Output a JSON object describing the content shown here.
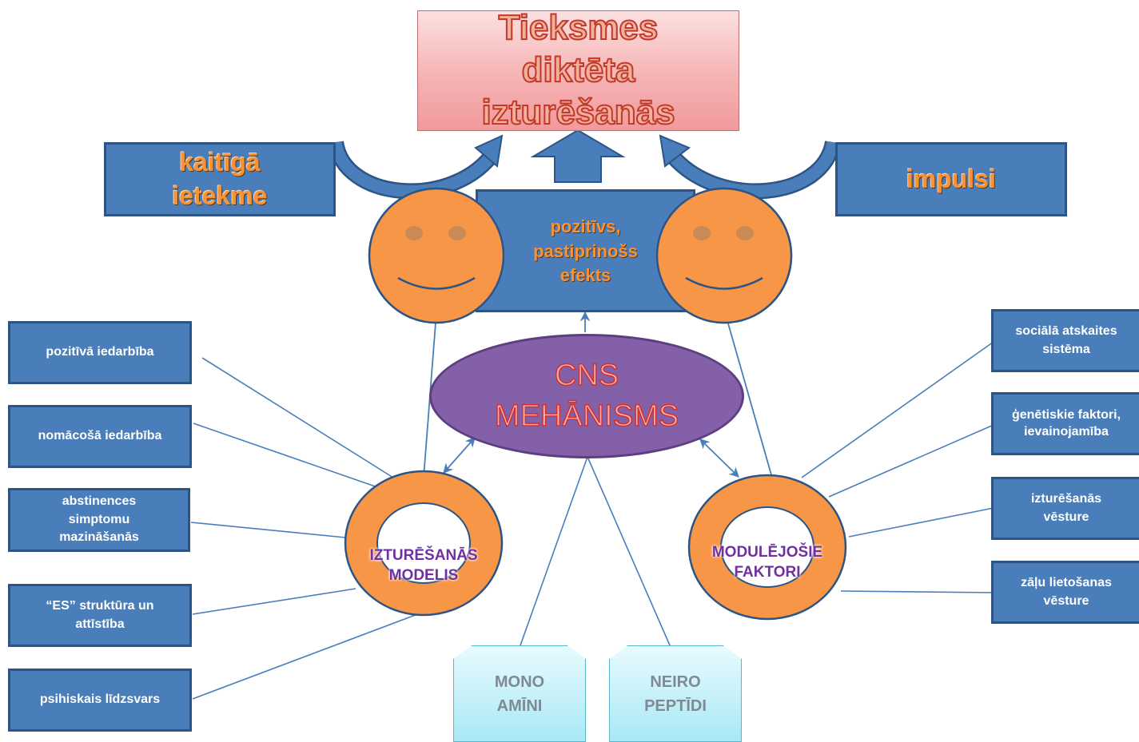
{
  "title": "Tieksmes diktēta izturēšanās",
  "left_influence": "kaitīgā ietekme",
  "right_influence": "impulsi",
  "center_effect": "pozitīvs, pastiprinošs efekts",
  "cns": "CNS MEHĀNISMS",
  "left_ring_label": "IZTURĒŠANĀS MODELIS",
  "right_ring_label": "MODULĒJOŠIE FAKTORI",
  "left_factors": [
    "pozitīvā iedarbība",
    "nomācošā iedarbība",
    "abstinences simptomu mazināšanās",
    "“ES” struktūra un attīstība",
    "psihiskais līdzsvars"
  ],
  "right_factors": [
    "sociālā atskaites sistēma",
    "ģenētiskie faktori, ievainojamība",
    "izturēšanās vēsture",
    "zāļu lietošanas vēsture"
  ],
  "bottom_tabs": [
    "MONO AMĪNI",
    "NEIRO PEPTĪDI"
  ],
  "colors": {
    "box_fill": "#4a7ebb",
    "face_fill": "#f79646",
    "cns_fill": "#8460a8",
    "goal_fill": "#f5b3b4",
    "ring_text": "#7030a0"
  }
}
